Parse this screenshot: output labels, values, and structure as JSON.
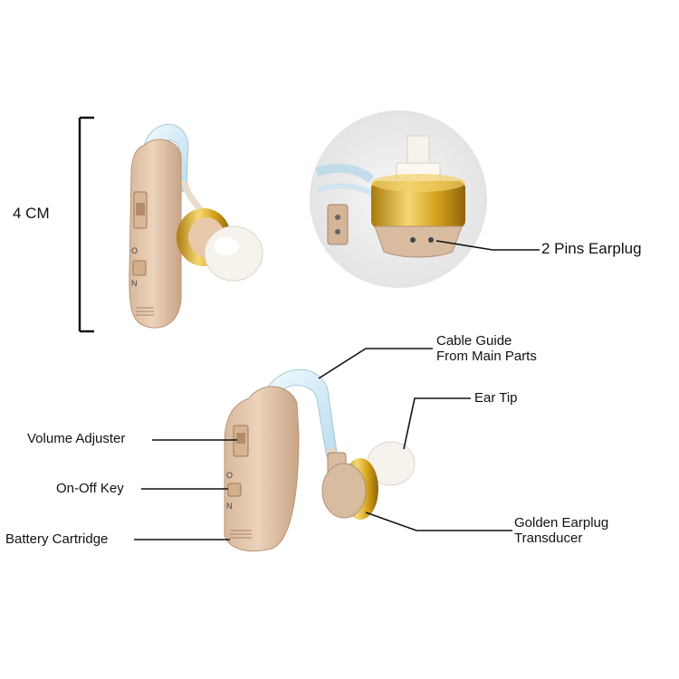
{
  "scale": {
    "label": "4 CM"
  },
  "callouts": {
    "pins": "2 Pins Earplug",
    "cable_guide_line1": "Cable Guide",
    "cable_guide_line2": "From Main Parts",
    "ear_tip": "Ear Tip",
    "volume": "Volume Adjuster",
    "onoff": "On-Off Key",
    "battery": "Battery Cartridge",
    "earplug_line1": "Golden Earplug",
    "earplug_line2": "Transducer"
  },
  "device_marks": {
    "switch_o": "O",
    "switch_n": "N"
  },
  "colors": {
    "body": "#e6c9ad",
    "body_shadow": "#c9a486",
    "gold": "#d4a21a",
    "gold_light": "#f3d36a",
    "tip": "#f4f1ec",
    "hook": "#d9eef8",
    "line": "#111111",
    "circle_bg": "#efefef"
  }
}
